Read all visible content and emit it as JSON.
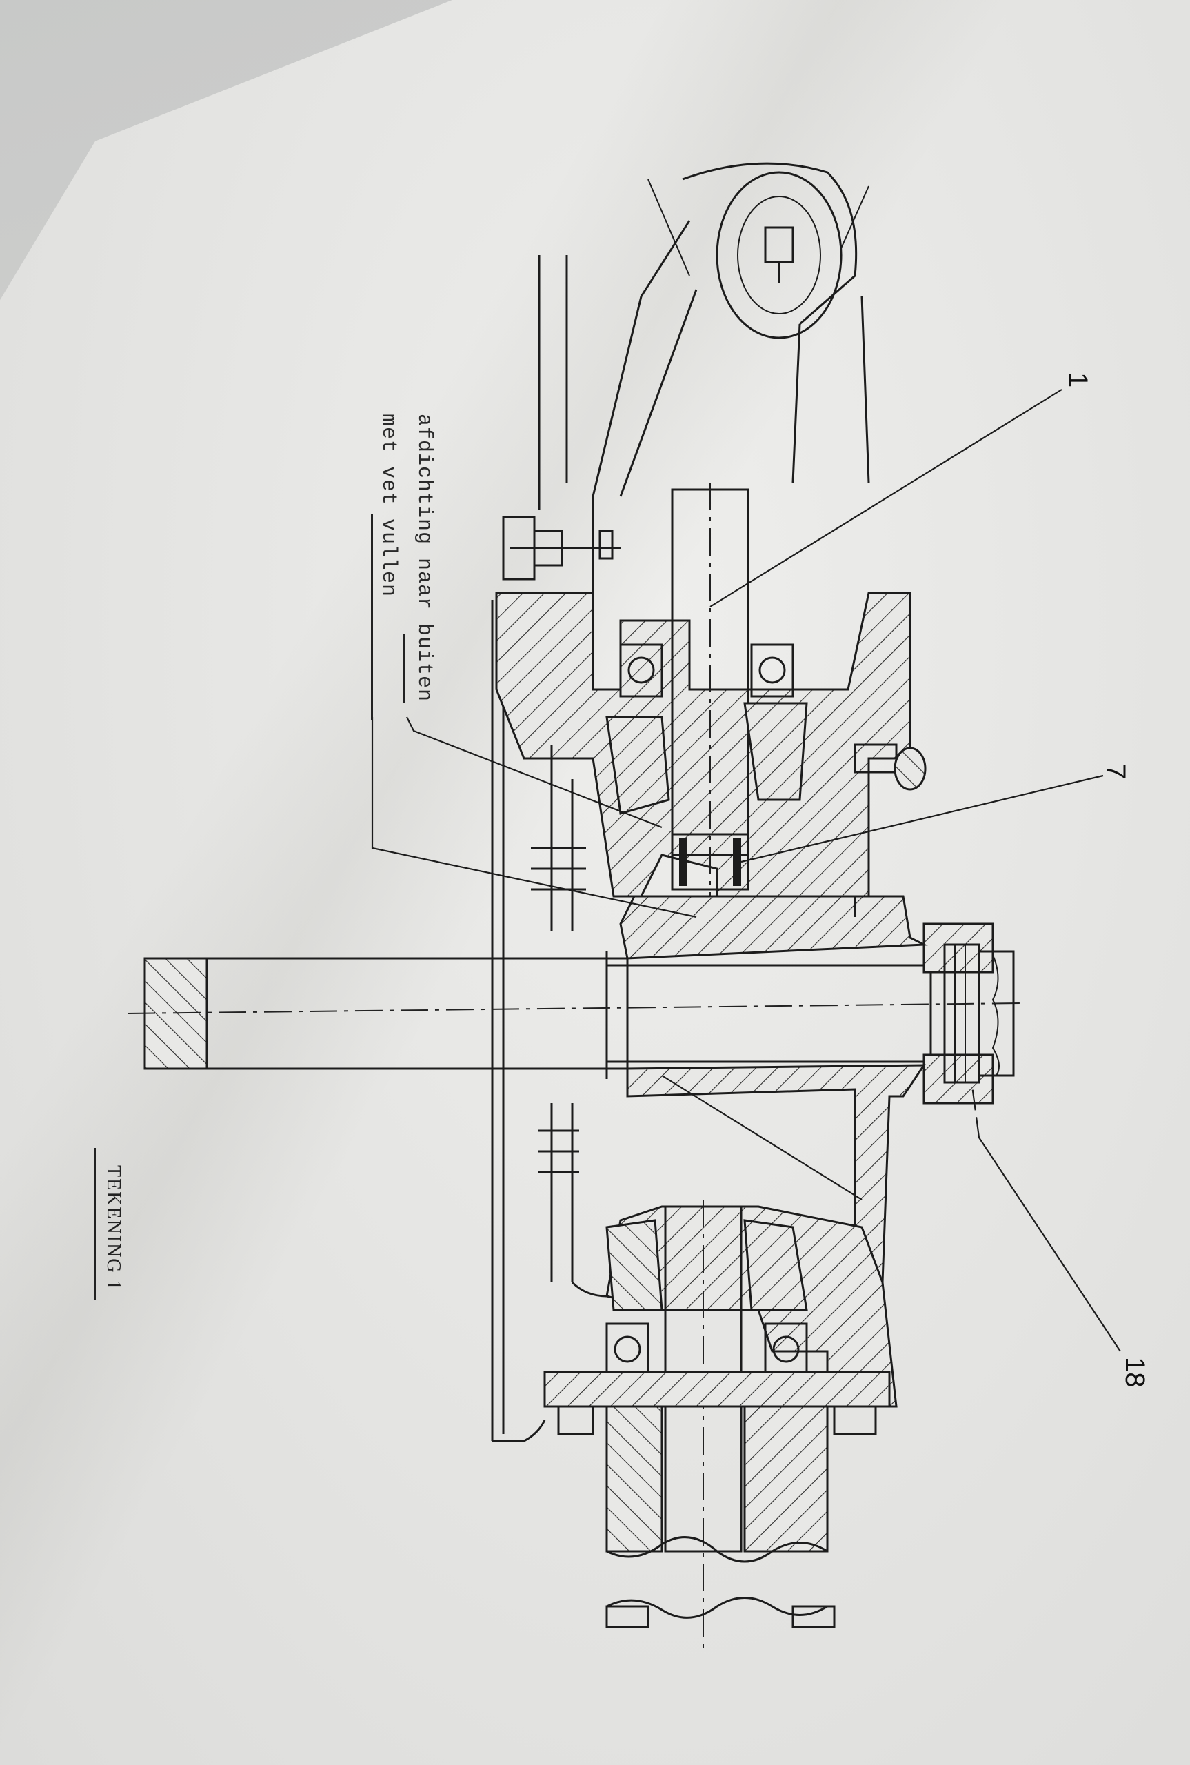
{
  "document": {
    "type": "technical-drawing-photo",
    "orientation": "rotated-90",
    "title": "TEKENING 1"
  },
  "annotations": {
    "note_line1": "afdichting naar buiten",
    "note_line2": "met vet vullen"
  },
  "part_labels": [
    {
      "id": "label-1",
      "text": "1"
    },
    {
      "id": "label-7",
      "text": "7"
    },
    {
      "id": "label-18",
      "text": "18"
    }
  ],
  "colors": {
    "paper": "#e8e8e6",
    "ink": "#1c1c1c",
    "background": "#c9c9c7"
  }
}
